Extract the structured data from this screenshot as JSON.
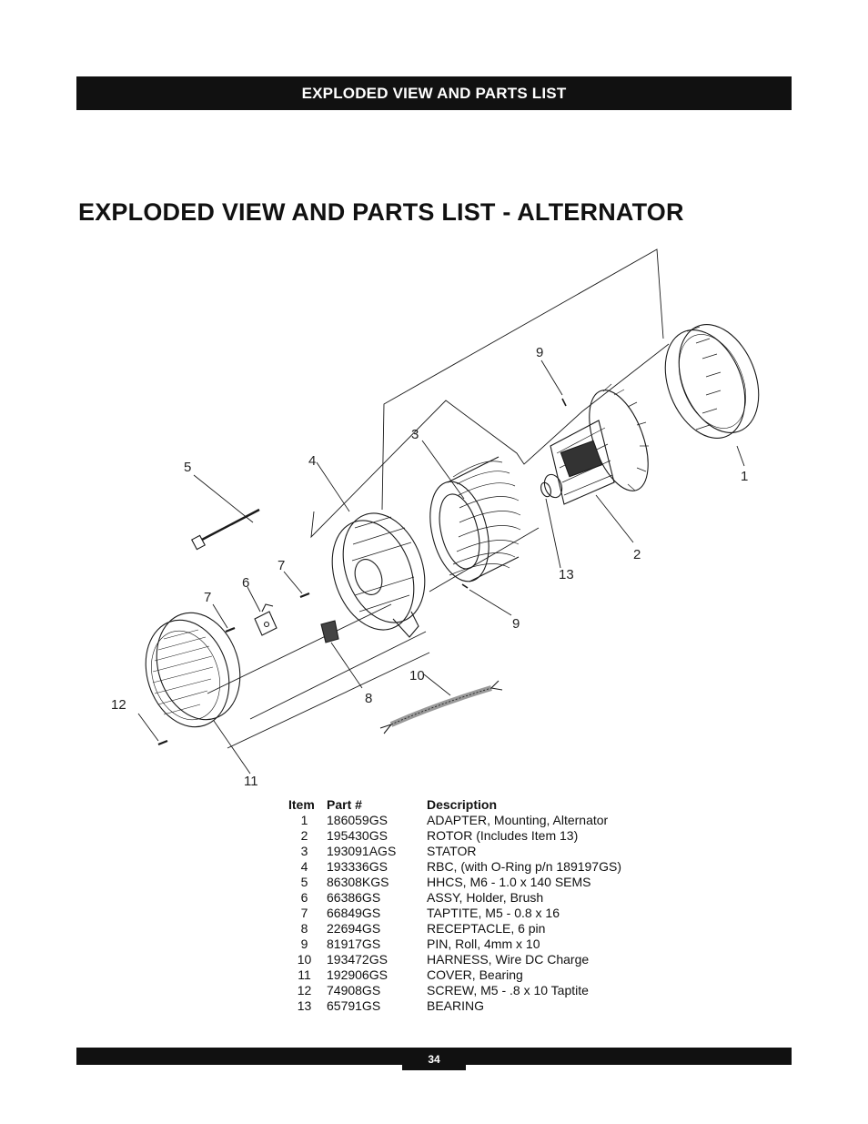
{
  "header": {
    "title": "EXPLODED VIEW AND PARTS LIST"
  },
  "page_title": "EXPLODED VIEW AND PARTS LIST - ALTERNATOR",
  "diagram": {
    "callouts": [
      "1",
      "2",
      "3",
      "4",
      "5",
      "6",
      "7",
      "7",
      "8",
      "9",
      "9",
      "10",
      "11",
      "12",
      "13"
    ]
  },
  "parts_table": {
    "headers": {
      "item": "Item",
      "part": "Part #",
      "description": "Description"
    },
    "rows": [
      {
        "item": "1",
        "part": "186059GS",
        "description": "ADAPTER, Mounting, Alternator"
      },
      {
        "item": "2",
        "part": "195430GS",
        "description": "ROTOR (Includes Item 13)"
      },
      {
        "item": "3",
        "part": "193091AGS",
        "description": "STATOR"
      },
      {
        "item": "4",
        "part": "193336GS",
        "description": "RBC, (with O-Ring p/n 189197GS)"
      },
      {
        "item": "5",
        "part": "86308KGS",
        "description": "HHCS, M6 - 1.0 x 140 SEMS"
      },
      {
        "item": "6",
        "part": "66386GS",
        "description": "ASSY, Holder, Brush"
      },
      {
        "item": "7",
        "part": "66849GS",
        "description": "TAPTITE, M5 - 0.8 x 16"
      },
      {
        "item": "8",
        "part": "22694GS",
        "description": "RECEPTACLE, 6 pin"
      },
      {
        "item": "9",
        "part": "81917GS",
        "description": "PIN, Roll, 4mm x 10"
      },
      {
        "item": "10",
        "part": "193472GS",
        "description": "HARNESS, Wire DC Charge"
      },
      {
        "item": "11",
        "part": "192906GS",
        "description": "COVER, Bearing"
      },
      {
        "item": "12",
        "part": "74908GS",
        "description": "SCREW, M5 - .8 x 10 Taptite"
      },
      {
        "item": "13",
        "part": "65791GS",
        "description": "BEARING"
      }
    ]
  },
  "footer": {
    "page_number": "34"
  }
}
